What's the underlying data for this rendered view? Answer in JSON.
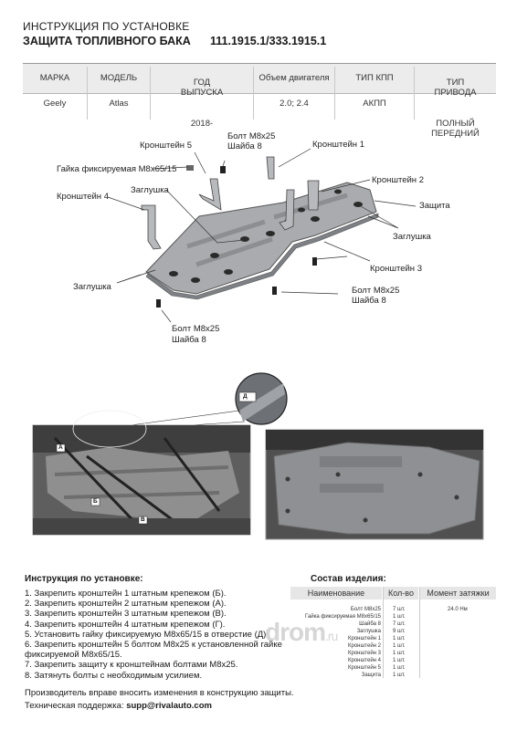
{
  "header": {
    "line1": "ИНСТРУКЦИЯ ПО УСТАНОВКЕ",
    "line2": "ЗАЩИТА ТОПЛИВНОГО БАКА",
    "code": "111.1915.1/333.1915.1"
  },
  "spec": {
    "columns": [
      {
        "header": "МАРКА",
        "value": "Geely"
      },
      {
        "header": "МОДЕЛЬ",
        "value": "Atlas"
      },
      {
        "header": "ГОД\nВЫПУСКА",
        "value": "2018-"
      },
      {
        "header": "Объем двигателя",
        "value": "2.0; 2.4"
      },
      {
        "header": "ТИП КПП",
        "value": "АКПП"
      },
      {
        "header": "ТИП\nПРИВОДА",
        "value": "ПОЛНЫЙ\nПЕРЕДНИЙ"
      }
    ]
  },
  "diagram": {
    "labels": {
      "bracket5": "Кронштейн 5",
      "bolt_top_1": "Болт М8х25",
      "bolt_top_2": "Шайба 8",
      "bracket1": "Кронштейн 1",
      "nut": "Гайка фиксируемая М8х65/15",
      "bracket2": "Кронштейн 2",
      "plug_top": "Заглушка",
      "guard": "Защита",
      "bracket4": "Кронштейн 4",
      "plug_right": "Заглушка",
      "bracket3": "Кронштейн 3",
      "plug_left": "Заглушка",
      "bolt_right_1": "Болт М8х25",
      "bolt_right_2": "Шайба 8",
      "bolt_bottom_1": "Болт М8х25",
      "bolt_bottom_2": "Шайба 8"
    }
  },
  "photos": {
    "marker_a": "А",
    "marker_b": "Б",
    "marker_v": "В",
    "marker_d": "Д"
  },
  "instructions": {
    "title": "Инструкция по установке:",
    "steps": [
      "1. Закрепить кронштейн 1 штатным крепежом (Б).",
      "2. Закрепить кронштейн 2 штатным крепежом (А).",
      "3. Закрепить кронштейн 3 штатным крепежом (В).",
      "4. Закрепить кронштейн 4 штатным крепежом (Г).",
      "5. Установить гайку фиксируемую М8х65/15 в отверстие (Д).",
      "6. Закрепить кронштейн 5 болтом М8х25 к установленной гайке",
      "фиксируемой М8х65/15.",
      "7. Закрепить защиту к кронштейнам болтами М8х25.",
      "8. Затянуть болты с необходимым усилием."
    ]
  },
  "components": {
    "title": "Состав изделия:",
    "headers": {
      "name": "Наименование",
      "qty": "Кол-во",
      "torque": "Момент затяжки"
    },
    "rows": [
      {
        "name": "Болт М8х25",
        "qty": "7 шт.",
        "torque": "24.0 Нм"
      },
      {
        "name": "Гайка фиксируемая М8х65/15",
        "qty": "1 шт.",
        "torque": ""
      },
      {
        "name": "Шайба 8",
        "qty": "7 шт.",
        "torque": ""
      },
      {
        "name": "Заглушка",
        "qty": "9 шт.",
        "torque": ""
      },
      {
        "name": "Кронштейн 1",
        "qty": "1 шт.",
        "torque": ""
      },
      {
        "name": "Кронштейн 2",
        "qty": "1 шт.",
        "torque": ""
      },
      {
        "name": "Кронштейн 3",
        "qty": "1 шт.",
        "torque": ""
      },
      {
        "name": "Кронштейн 4",
        "qty": "1 шт.",
        "torque": ""
      },
      {
        "name": "Кронштейн 5",
        "qty": "1 шт.",
        "torque": ""
      },
      {
        "name": "Защита",
        "qty": "1 шт.",
        "torque": ""
      }
    ]
  },
  "watermark": {
    "main": "drom",
    "suffix": ".ru"
  },
  "footer": {
    "note": "Производитель вправе вносить изменения в конструкцию защиты.",
    "support_label": "Техническая поддержка: ",
    "support_email": "supp@rivalauto.com"
  }
}
